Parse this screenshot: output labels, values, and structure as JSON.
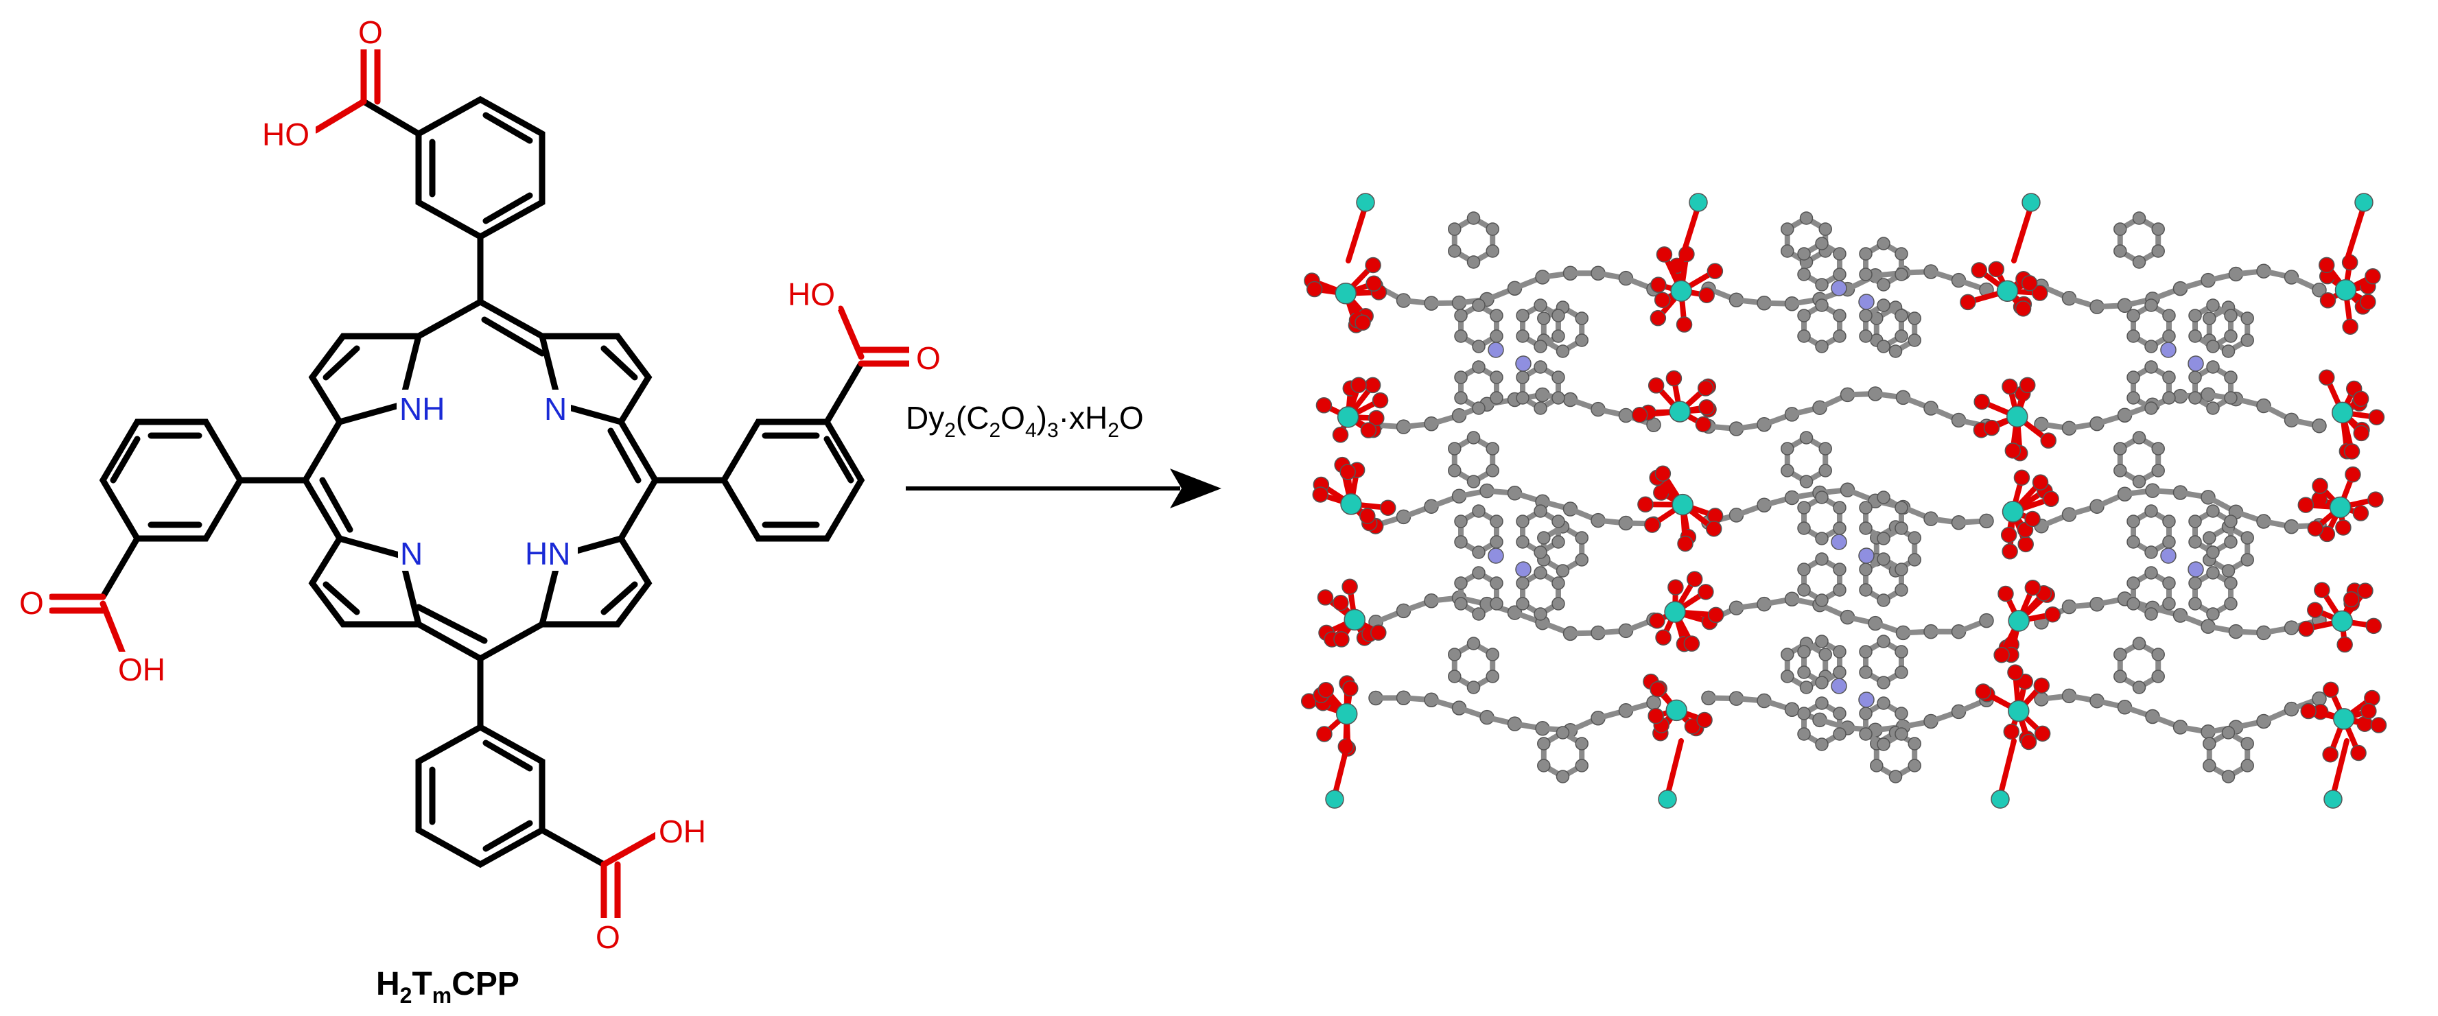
{
  "compound": {
    "name_main": "H",
    "name_sub1": "2",
    "name_mid": "T",
    "name_sub2": "m",
    "name_tail": "CPP"
  },
  "atoms": {
    "oxygen": "O",
    "hydroxyl": "HO",
    "hydroxyl_right": "OH",
    "nitrogen": "N",
    "pyrrole_nh": "NH",
    "pyrrole_hn": "HN"
  },
  "reaction": {
    "reagent_a": "Dy",
    "sub_a": "2",
    "reagent_b": "(C",
    "sub_b": "2",
    "reagent_c": "O",
    "sub_c": "4",
    "reagent_d": ")",
    "sub_d": "3",
    "reagent_e": "·xH",
    "sub_e": "2",
    "reagent_f": "O"
  },
  "colors": {
    "oxygen": "#e00000",
    "nitrogen": "#1a2ad6",
    "carbon_model": "#8a8a8a",
    "dysprosium": "#1fc9b6",
    "nitrogen_model": "#8f8fe0"
  }
}
